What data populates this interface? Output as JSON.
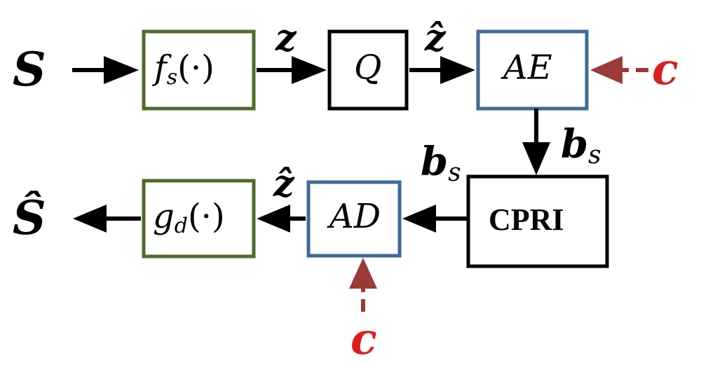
{
  "colors": {
    "green_box": "#4e6b2a",
    "blue_box": "#3f6b99",
    "black_box": "#000000",
    "red_text": "#e01b1b",
    "dashed_arrow": "#9b3a36"
  },
  "input_signal": "S",
  "output_signal": "Ŝ",
  "boxes": {
    "encoder_main": "f",
    "encoder_sub": "s",
    "encoder_arg": "(·)",
    "quantizer": "Q",
    "arith_encoder": "AE",
    "fronthaul": "CPRI",
    "arith_decoder": "AD",
    "decoder_main": "g",
    "decoder_sub": "d",
    "decoder_arg": "(·)"
  },
  "labels": {
    "z": "z",
    "z_hat_top": "ẑ",
    "z_hat_bottom": "ẑ",
    "b_main": "b",
    "b_sub": "s",
    "context_top": "c",
    "context_bottom": "c"
  }
}
